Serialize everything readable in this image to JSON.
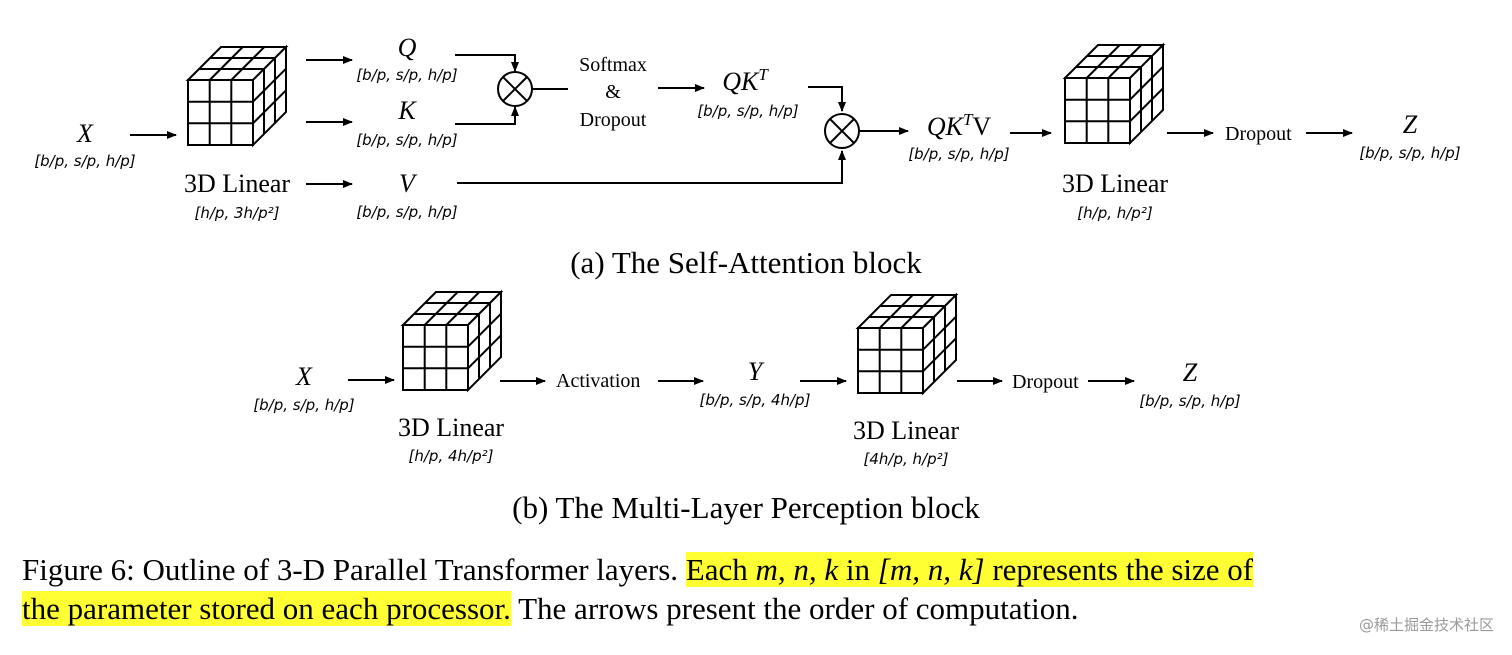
{
  "panel_a": {
    "caption": "(a) The Self-Attention block",
    "x": {
      "label": "X",
      "shape": "[b/p, s/p, h/p]"
    },
    "linear1": {
      "label": "3D Linear",
      "shape": "[h/p, 3h/p²]"
    },
    "q": {
      "label": "Q",
      "shape": "[b/p, s/p, h/p]"
    },
    "k": {
      "label": "K",
      "shape": "[b/p, s/p, h/p]"
    },
    "v": {
      "label": "V",
      "shape": "[b/p, s/p, h/p]"
    },
    "softmax": {
      "line1": "Softmax",
      "line2": "&",
      "line3": "Dropout"
    },
    "qkt": {
      "label_base": "QK",
      "label_sup": "T",
      "shape": "[b/p, s/p, h/p]"
    },
    "qktv": {
      "label_base": "QK",
      "label_sup": "T",
      "label_tail": "V",
      "shape": "[b/p, s/p, h/p]"
    },
    "linear2": {
      "label": "3D Linear",
      "shape": "[h/p, h/p²]"
    },
    "dropout": "Dropout",
    "z": {
      "label": "Z",
      "shape": "[b/p, s/p, h/p]"
    }
  },
  "panel_b": {
    "caption": "(b) The Multi-Layer Perception block",
    "x": {
      "label": "X",
      "shape": "[b/p, s/p, h/p]"
    },
    "linear1": {
      "label": "3D Linear",
      "shape": "[h/p, 4h/p²]"
    },
    "activation": "Activation",
    "y": {
      "label": "Y",
      "shape": "[b/p, s/p, 4h/p]"
    },
    "linear2": {
      "label": "3D Linear",
      "shape": "[4h/p, h/p²]"
    },
    "dropout": "Dropout",
    "z": {
      "label": "Z",
      "shape": "[b/p, s/p, h/p]"
    }
  },
  "figure_caption": {
    "prefix": "Figure 6: Outline of 3-D Parallel Transformer layers.",
    "highlight_1a": "Each",
    "highlight_1b": "m, n, k",
    "highlight_1c": "in",
    "highlight_1d": "[m, n, k]",
    "highlight_1e": "represents the size of",
    "highlight_2": "the parameter stored on each processor.",
    "suffix": "The arrows present the order of computation.",
    "highlight_color": "#ffff33"
  },
  "watermark": "@稀土掘金技术社区"
}
